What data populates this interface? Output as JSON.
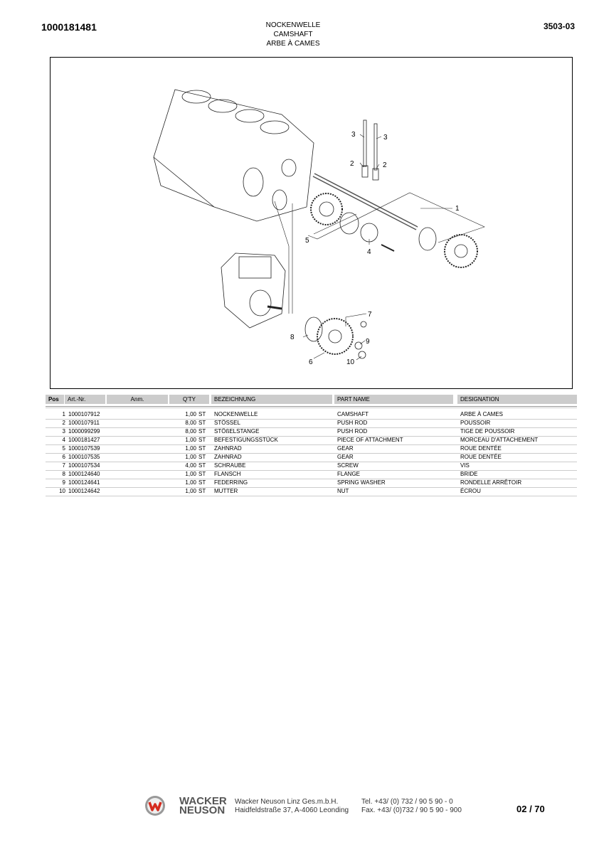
{
  "header": {
    "document_number": "1000181481",
    "sheet_code": "3503-03",
    "titles": [
      "NOCKENWELLE",
      "CAMSHAFT",
      "ARBE À CAMES"
    ]
  },
  "diagram": {
    "callouts": [
      "1",
      "2",
      "2",
      "3",
      "3",
      "4",
      "5",
      "6",
      "7",
      "8",
      "9",
      "10"
    ]
  },
  "table": {
    "headers": {
      "pos": "Pos",
      "art": "Art.-Nr.",
      "anm": "Anm.",
      "qty": "Q'TY",
      "bez": "BEZEICHNUNG",
      "part": "PART NAME",
      "des": "DESIGNATION"
    },
    "rows": [
      {
        "pos": "1",
        "art": "1000107912",
        "qty": "1,00",
        "unit": "ST",
        "bez": "NOCKENWELLE",
        "part": "CAMSHAFT",
        "des": "ARBE À CAMES"
      },
      {
        "pos": "2",
        "art": "1000107911",
        "qty": "8,00",
        "unit": "ST",
        "bez": "STÖSSEL",
        "part": "PUSH ROD",
        "des": "POUSSOIR"
      },
      {
        "pos": "3",
        "art": "1000099299",
        "qty": "8,00",
        "unit": "ST",
        "bez": "STÖßELSTANGE",
        "part": "PUSH ROD",
        "des": "TIGE DE POUSSOIR"
      },
      {
        "pos": "4",
        "art": "1000181427",
        "qty": "1,00",
        "unit": "ST",
        "bez": "BEFESTIGUNGSSTÜCK",
        "part": "PIECE OF ATTACHMENT",
        "des": "MORCEAU D'ATTACHEMENT"
      },
      {
        "pos": "5",
        "art": "1000107539",
        "qty": "1,00",
        "unit": "ST",
        "bez": "ZAHNRAD",
        "part": "GEAR",
        "des": "ROUE DENTÉE"
      },
      {
        "pos": "6",
        "art": "1000107535",
        "qty": "1,00",
        "unit": "ST",
        "bez": "ZAHNRAD",
        "part": "GEAR",
        "des": "ROUE DENTÉE"
      },
      {
        "pos": "7",
        "art": "1000107534",
        "qty": "4,00",
        "unit": "ST",
        "bez": "SCHRAUBE",
        "part": "SCREW",
        "des": "VIS"
      },
      {
        "pos": "8",
        "art": "1000124640",
        "qty": "1,00",
        "unit": "ST",
        "bez": "FLANSCH",
        "part": "FLANGE",
        "des": "BRIDE"
      },
      {
        "pos": "9",
        "art": "1000124641",
        "qty": "1,00",
        "unit": "ST",
        "bez": "FEDERRING",
        "part": "SPRING WASHER",
        "des": "RONDELLE ARRÊTOIR"
      },
      {
        "pos": "10",
        "art": "1000124642",
        "qty": "1,00",
        "unit": "ST",
        "bez": "MUTTER",
        "part": "NUT",
        "des": "ÉCROU"
      }
    ]
  },
  "footer": {
    "brand_line1": "WACKER",
    "brand_line2": "NEUSON",
    "company": "Wacker Neuson Linz  Ges.m.b.H.",
    "address": "Haidfeldstraße 37, A-4060 Leonding",
    "tel": "Tel.  +43/ (0) 732 / 90 5 90 - 0",
    "fax": "Fax. +43/ (0)732  / 90 5 90 - 900",
    "page": "02 / 70",
    "logo_color": "#d52b1e"
  }
}
